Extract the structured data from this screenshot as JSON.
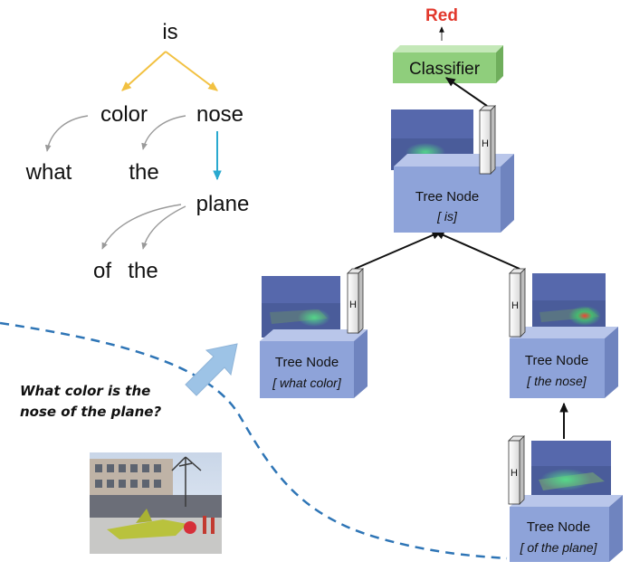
{
  "parse_tree": {
    "root": "is",
    "left_child": "color",
    "right_child": "nose",
    "left_leaf": "what",
    "middle_leaf": "the",
    "plane": "plane",
    "leaf_of": "of",
    "leaf_the": "the"
  },
  "question": {
    "line1": "What color is the",
    "line2": "nose of the plane?"
  },
  "output": {
    "answer": "Red",
    "classifier_label": "Classifier"
  },
  "nodes": {
    "title": "Tree Node",
    "root_sub": "[ is]",
    "left_sub": "[ what color]",
    "right_sub": "[ the nose]",
    "bottom_sub": "[ of the plane]",
    "hidden_label": "H"
  },
  "colors": {
    "yellow_arrow": "#f2c141",
    "cyan_arrow": "#29a9cf",
    "gray_arrow": "#9a9a9a",
    "node_front": "#8ea3d9",
    "node_top": "#b9c6ea",
    "node_side": "#6f84bf",
    "classifier": "#8fce7c",
    "answer": "#e2382c",
    "dashed_path": "#2e75b6"
  }
}
